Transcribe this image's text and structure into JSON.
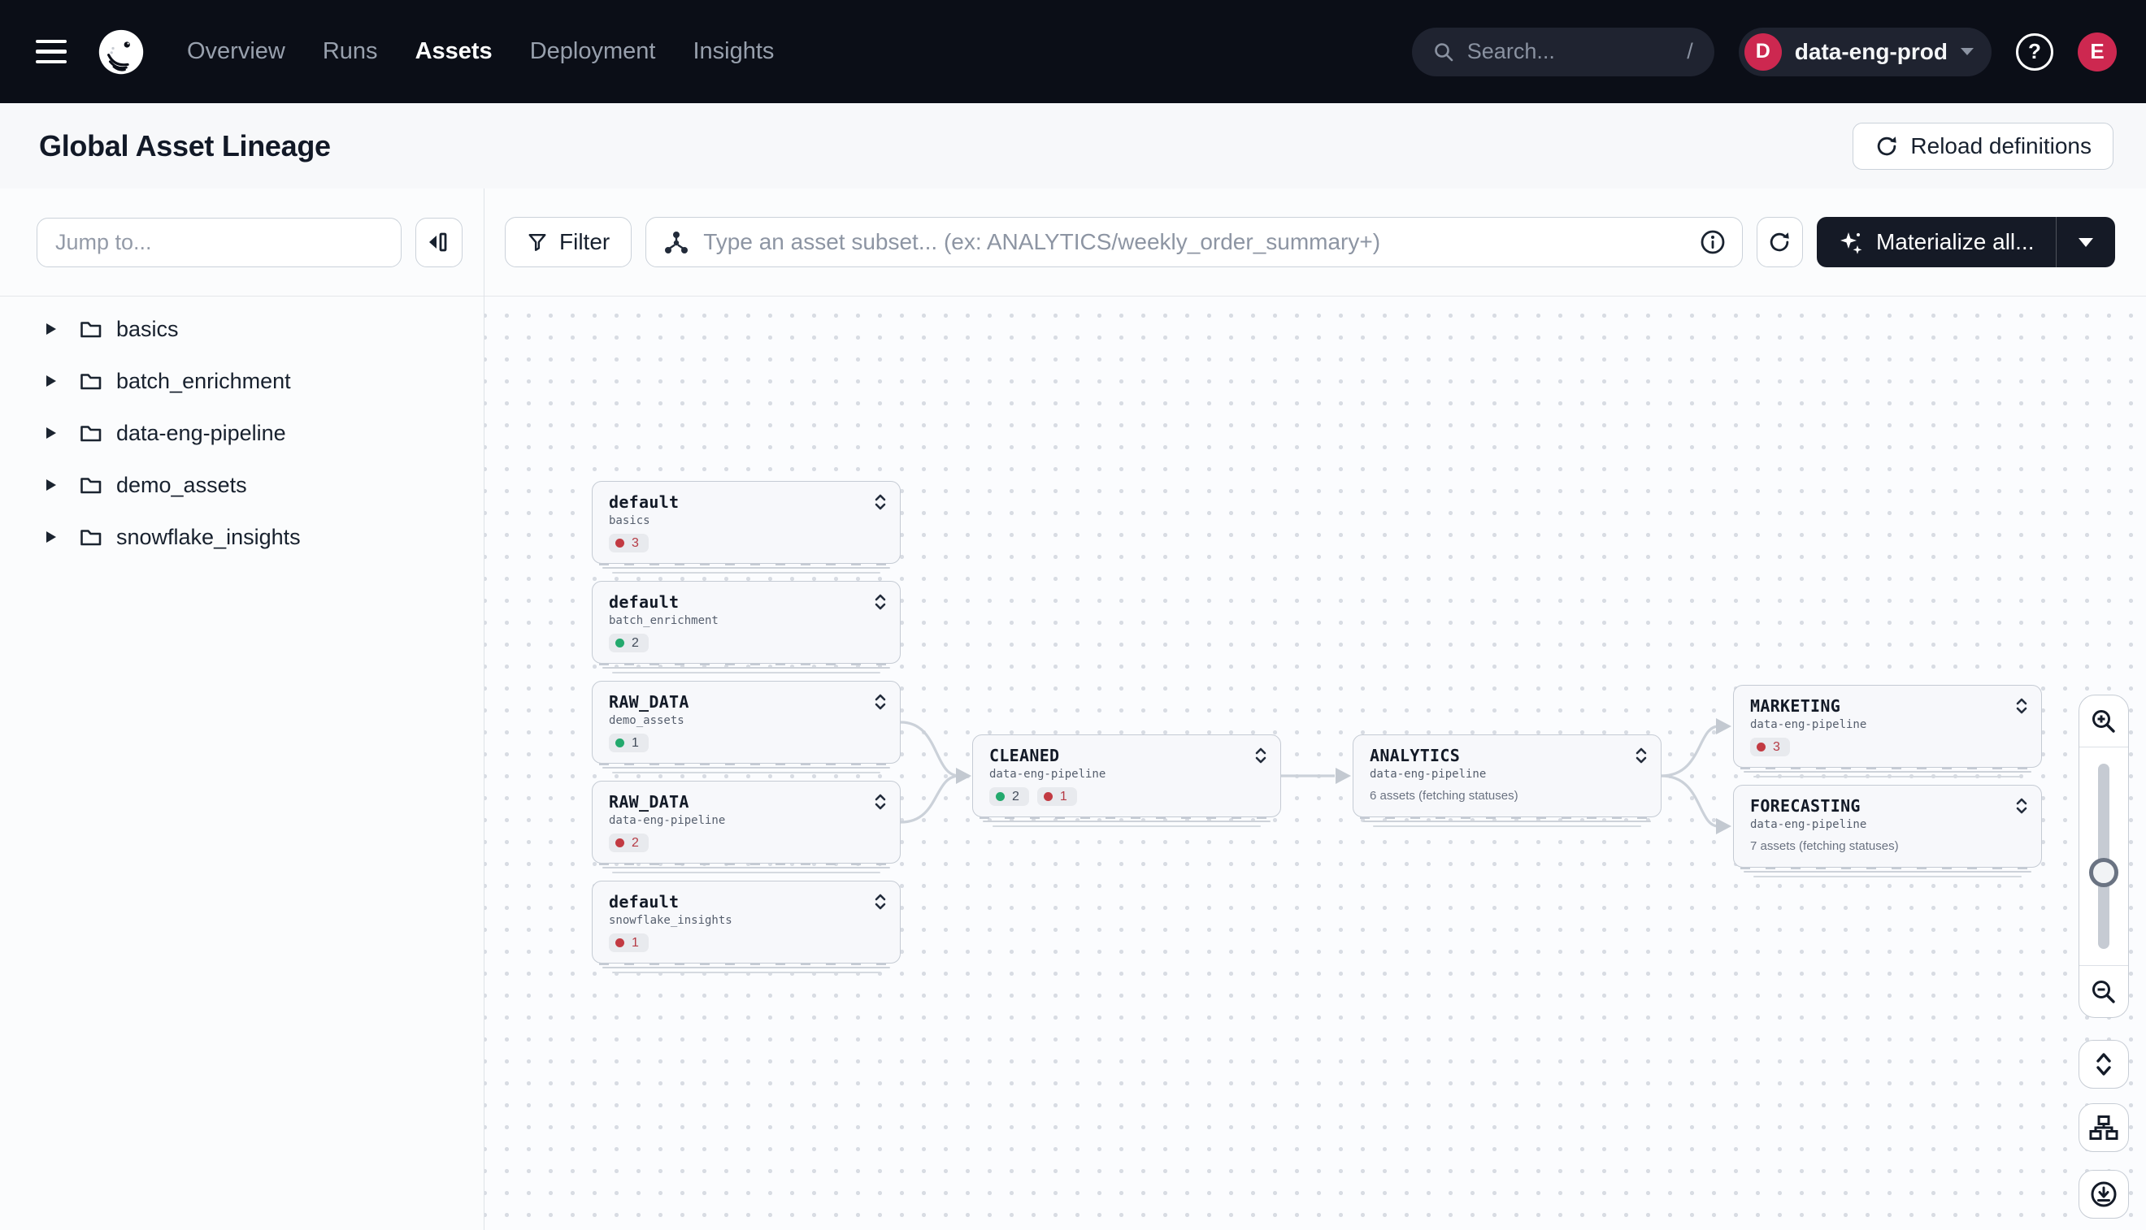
{
  "nav": {
    "links": [
      {
        "label": "Overview",
        "active": false
      },
      {
        "label": "Runs",
        "active": false
      },
      {
        "label": "Assets",
        "active": true
      },
      {
        "label": "Deployment",
        "active": false
      },
      {
        "label": "Insights",
        "active": false
      }
    ],
    "search_placeholder": "Search...",
    "search_shortcut": "/",
    "workspace": {
      "initial": "D",
      "name": "data-eng-prod"
    },
    "user_initial": "E"
  },
  "header": {
    "title": "Global Asset Lineage",
    "reload_label": "Reload definitions"
  },
  "sidebar": {
    "jump_placeholder": "Jump to...",
    "items": [
      {
        "label": "basics"
      },
      {
        "label": "batch_enrichment"
      },
      {
        "label": "data-eng-pipeline"
      },
      {
        "label": "demo_assets"
      },
      {
        "label": "snowflake_insights"
      }
    ]
  },
  "toolbar": {
    "filter_label": "Filter",
    "subset_placeholder": "Type an asset subset... (ex: ANALYTICS/weekly_order_summary+)",
    "materialize_label": "Materialize all..."
  },
  "graph": {
    "nodes": [
      {
        "title": "default",
        "subtitle": "basics",
        "badges": [
          {
            "color": "red",
            "count": 3
          }
        ]
      },
      {
        "title": "default",
        "subtitle": "batch_enrichment",
        "badges": [
          {
            "color": "green",
            "count": 2
          }
        ]
      },
      {
        "title": "RAW_DATA",
        "subtitle": "demo_assets",
        "badges": [
          {
            "color": "green",
            "count": 1
          }
        ]
      },
      {
        "title": "RAW_DATA",
        "subtitle": "data-eng-pipeline",
        "badges": [
          {
            "color": "red",
            "count": 2
          }
        ]
      },
      {
        "title": "default",
        "subtitle": "snowflake_insights",
        "badges": [
          {
            "color": "red",
            "count": 1
          }
        ]
      },
      {
        "title": "CLEANED",
        "subtitle": "data-eng-pipeline",
        "badges": [
          {
            "color": "green",
            "count": 2
          },
          {
            "color": "red",
            "count": 1
          }
        ]
      },
      {
        "title": "ANALYTICS",
        "subtitle": "data-eng-pipeline",
        "status": "6 assets (fetching statuses)"
      },
      {
        "title": "MARKETING",
        "subtitle": "data-eng-pipeline",
        "badges": [
          {
            "color": "red",
            "count": 3
          }
        ]
      },
      {
        "title": "FORECASTING",
        "subtitle": "data-eng-pipeline",
        "status": "7 assets (fetching statuses)"
      }
    ],
    "edges": [
      {
        "from": "RAW_DATA/demo_assets",
        "to": "CLEANED/data-eng-pipeline"
      },
      {
        "from": "RAW_DATA/data-eng-pipeline",
        "to": "CLEANED/data-eng-pipeline"
      },
      {
        "from": "CLEANED/data-eng-pipeline",
        "to": "ANALYTICS/data-eng-pipeline"
      },
      {
        "from": "ANALYTICS/data-eng-pipeline",
        "to": "MARKETING/data-eng-pipeline"
      },
      {
        "from": "ANALYTICS/data-eng-pipeline",
        "to": "FORECASTING/data-eng-pipeline"
      }
    ]
  },
  "icons": {
    "hamburger-icon": "three-bars",
    "dagster-logo": "octopus",
    "search-icon": "magnifier",
    "chevron-down-icon": "triangle-down",
    "help-icon": "question-circle",
    "reload-icon": "circular-arrow",
    "collapse-panel-icon": "arrow-to-bar",
    "folder-icon": "folder-outline",
    "tree-caret-icon": "triangle-right",
    "filter-icon": "funnel",
    "asset-graph-icon": "network",
    "info-icon": "i-circle",
    "refresh-icon": "circular-arrow",
    "sparkle-icon": "four-point-stars",
    "expand-collapse-icon": "double-chevron",
    "zoom-in-icon": "magnifier-plus",
    "zoom-out-icon": "magnifier-minus",
    "layout-icon": "org-chart",
    "download-icon": "arrow-down-circle"
  },
  "colors": {
    "topbar": "#0B0E17",
    "crimson": "#CD2850",
    "status_green": "#23A96D",
    "status_red": "#C23A42",
    "edge": "#CBD1D9",
    "card_bg": "#F7F8FB"
  }
}
